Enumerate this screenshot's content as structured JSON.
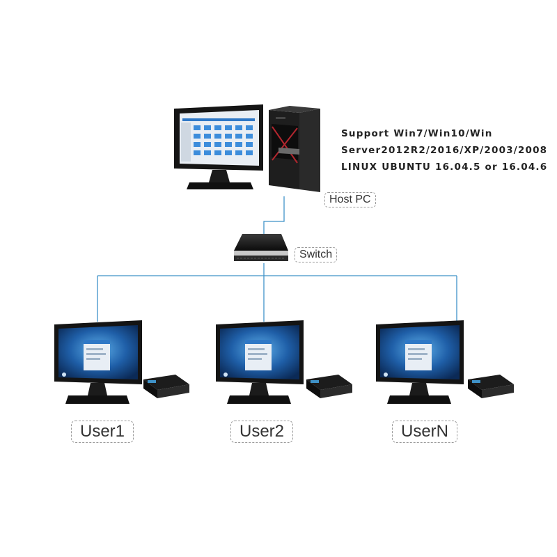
{
  "support": {
    "line1": "Support Win7/Win10/Win",
    "line2": "Server2012R2/2016/XP/2003/2008",
    "line3": "LINUX UBUNTU 16.04.5 or 16.04.6"
  },
  "labels": {
    "host": "Host PC",
    "switch": "Switch",
    "users": [
      "User1",
      "User2",
      "UserN"
    ]
  },
  "colors": {
    "link_line": "#3f92c8",
    "screen_blue": "#1f5fa8",
    "bezel": "#141414",
    "tower_accent": "#b3262e"
  }
}
